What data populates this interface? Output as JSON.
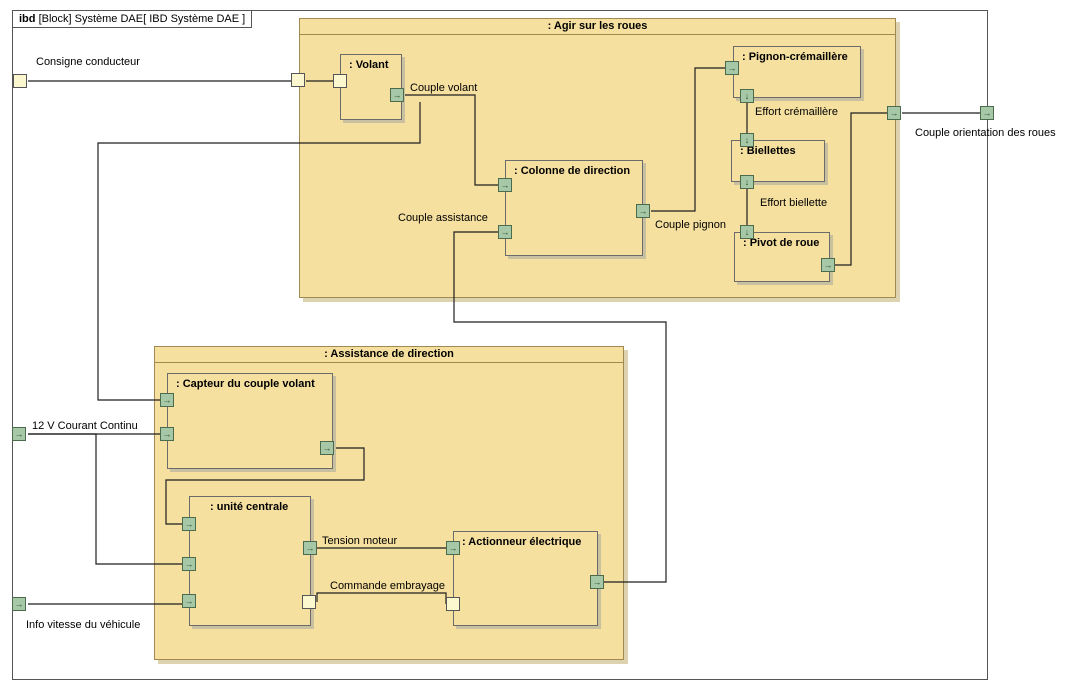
{
  "frame": {
    "keyword": "ibd",
    "title": "[Block] Système DAE[ IBD Système DAE ]"
  },
  "external_ports": {
    "consigne": "Consigne conducteur",
    "courant": "12 V Courant Continu",
    "vitesse": "Info vitesse du véhicule",
    "orientation": "Couple orientation des roues"
  },
  "agir": {
    "title": ": Agir sur les roues",
    "parts": {
      "volant": ": Volant",
      "colonne": ": Colonne de direction",
      "pignon": ": Pignon-crémaillère",
      "biellettes": ": Biellettes",
      "pivot": ": Pivot de roue"
    },
    "flows": {
      "couple_volant": "Couple volant",
      "couple_assistance": "Couple assistance",
      "couple_pignon": "Couple pignon",
      "effort_cremaillere": "Effort crémaillère",
      "effort_biellette": "Effort biellette"
    }
  },
  "assistance": {
    "title": ": Assistance de direction",
    "parts": {
      "capteur": ": Capteur du couple volant",
      "unite": ": unité centrale",
      "actionneur": ": Actionneur électrique"
    },
    "flows": {
      "tension": "Tension moteur",
      "embrayage": "Commande embrayage"
    }
  },
  "icons": {
    "flow_port": "arrow-right",
    "flow_port_down": "arrow-down"
  }
}
